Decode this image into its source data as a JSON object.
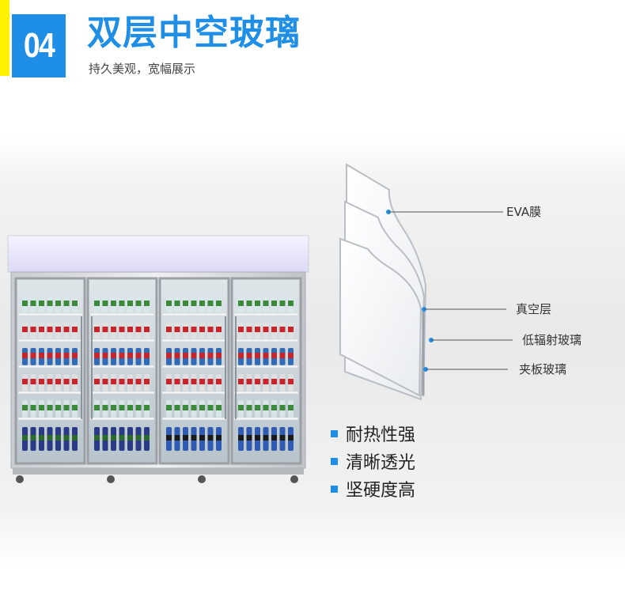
{
  "header": {
    "number": "04",
    "title": "双层中空玻璃",
    "subtitle": "持久美观，宽幅展示"
  },
  "glass_labels": {
    "eva": "EVA膜",
    "vacuum": "真空层",
    "lowe": "低辐射玻璃",
    "laminated": "夹板玻璃"
  },
  "features": [
    "耐热性强",
    "清晰透光",
    "坚硬度高"
  ],
  "colors": {
    "accent": "#1e8ee6",
    "yellow": "#fff200"
  }
}
